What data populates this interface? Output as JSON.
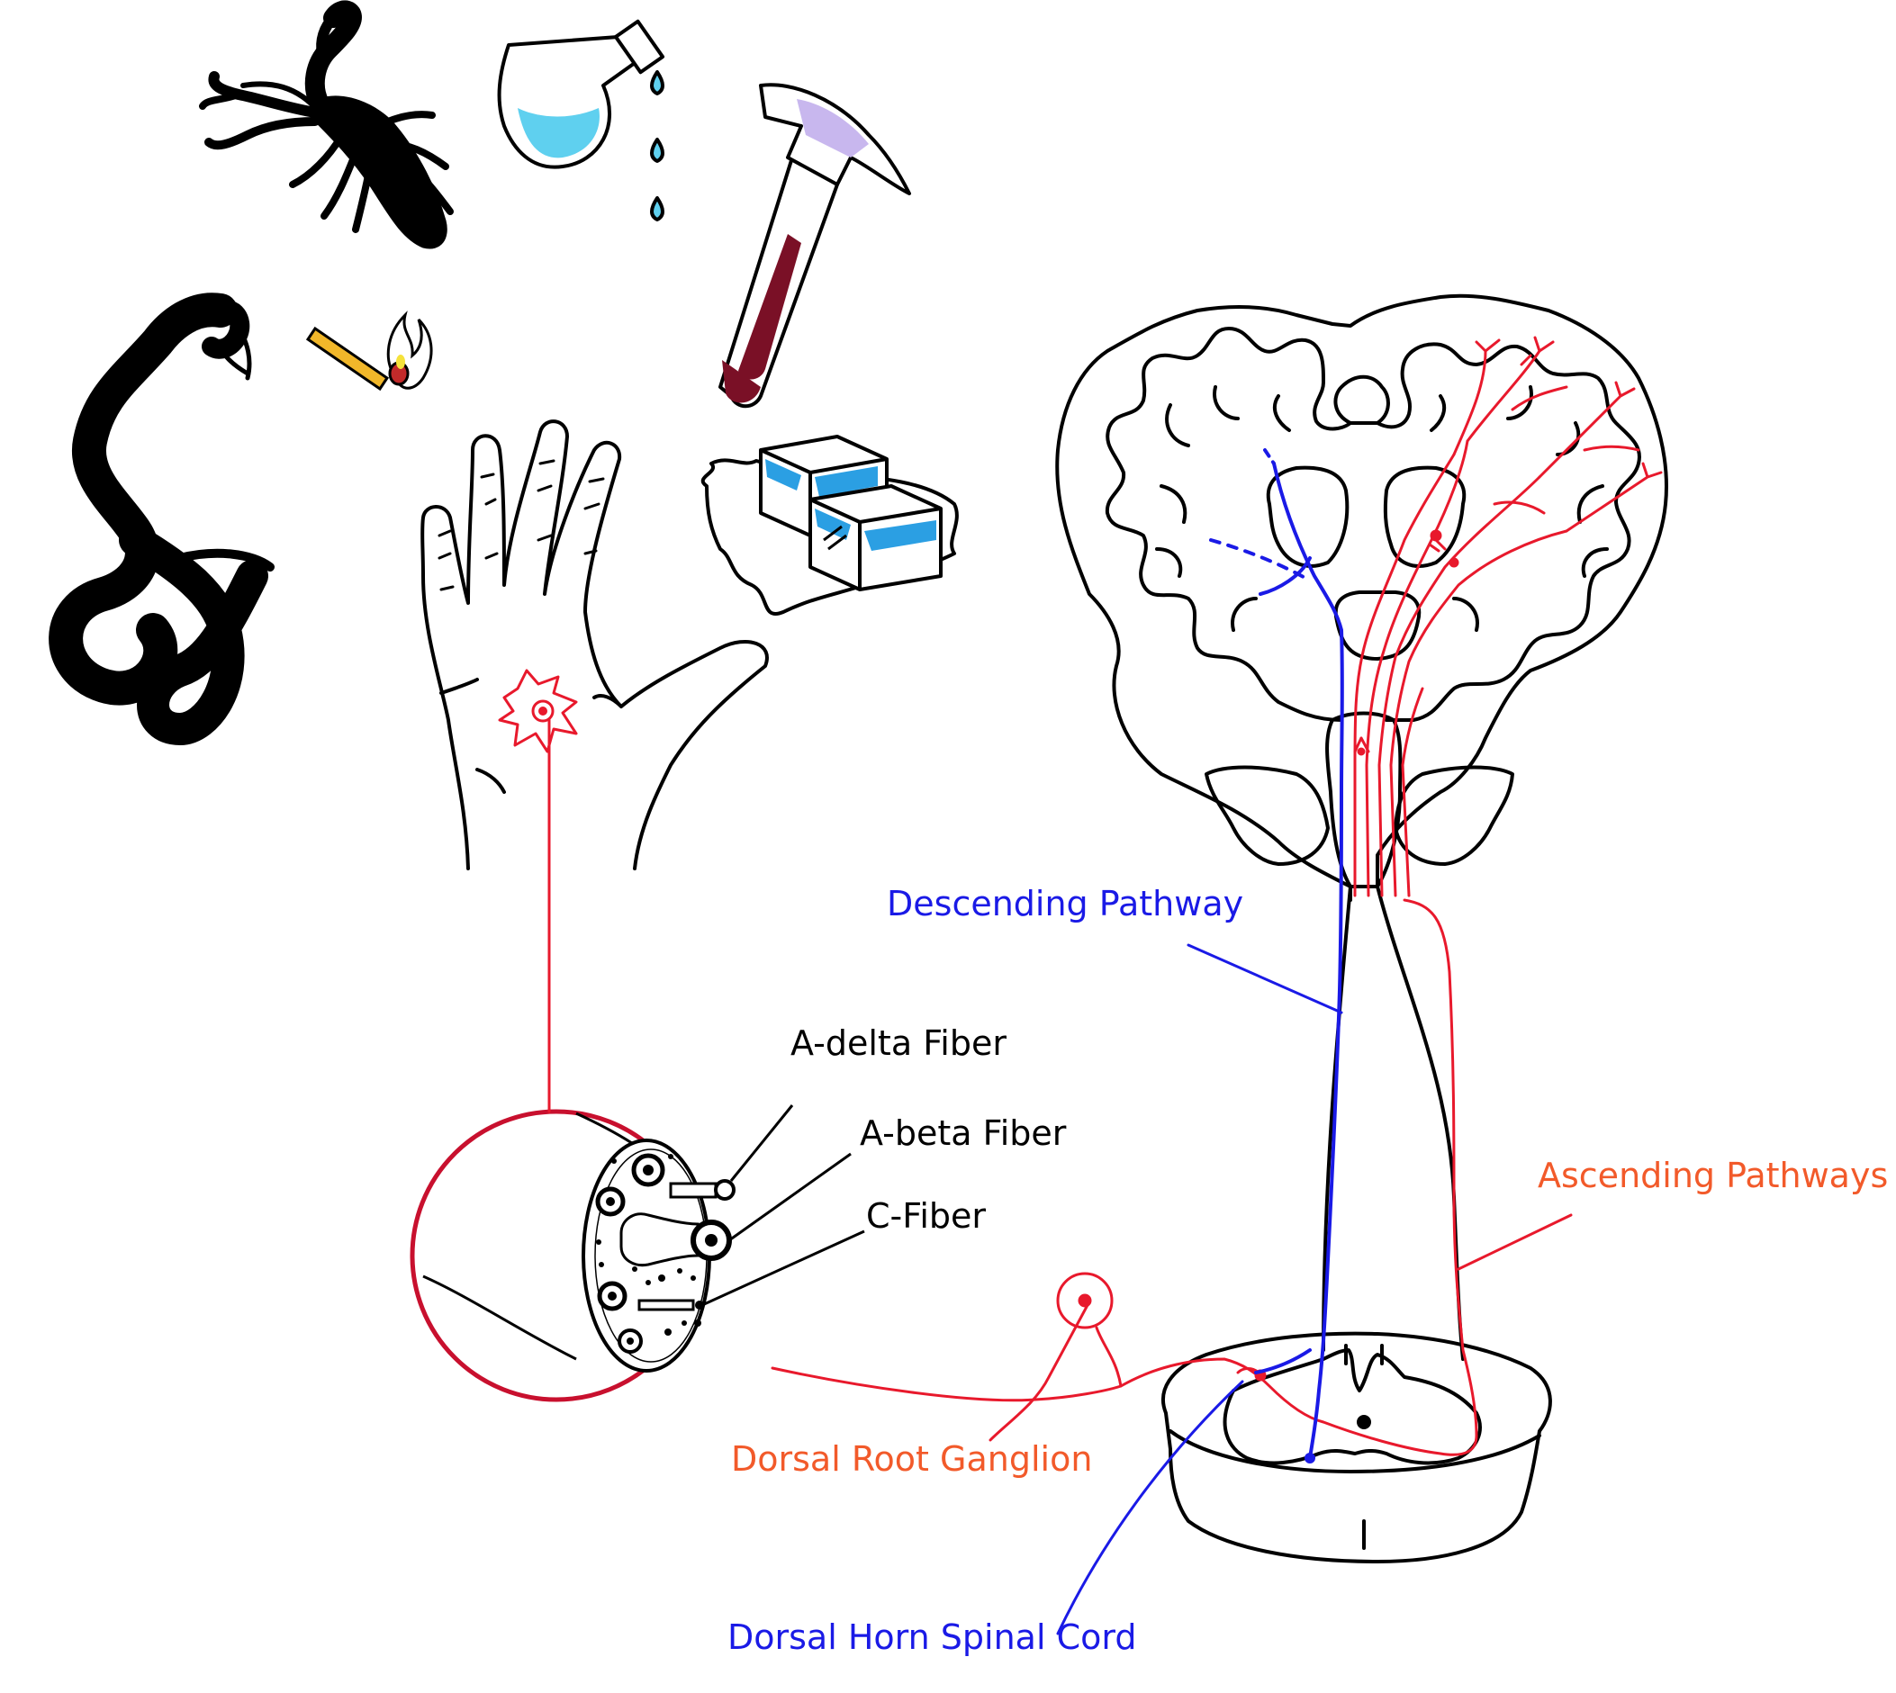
{
  "labels": {
    "descending_pathway": "Descending Pathway",
    "a_delta_fiber": "A-delta Fiber",
    "a_beta_fiber": "A-beta Fiber",
    "c_fiber": "C-Fiber",
    "ascending_pathways": "Ascending Pathways",
    "dorsal_root_ganglion": "Dorsal Root Ganglion",
    "dorsal_horn_spinal_cord": "Dorsal Horn Spinal Cord"
  },
  "colors": {
    "ascending": "#e8192c",
    "descending": "#1a1ae6",
    "label_red": "#f25a2a",
    "label_blue": "#1a1ae6",
    "outline": "#000000",
    "ice_blue": "#2b9fe3",
    "flask_liquid": "#5fd0ef",
    "hammer_head": "#c8b7ee",
    "hammer_handle": "#7a1026"
  },
  "icons": [
    "scorpion-icon",
    "flask-icon",
    "hammer-icon",
    "snake-icon",
    "match-icon",
    "ice-cubes-icon",
    "hand-icon",
    "brain-icon",
    "spinal-cord-icon",
    "nerve-cross-section-icon"
  ]
}
